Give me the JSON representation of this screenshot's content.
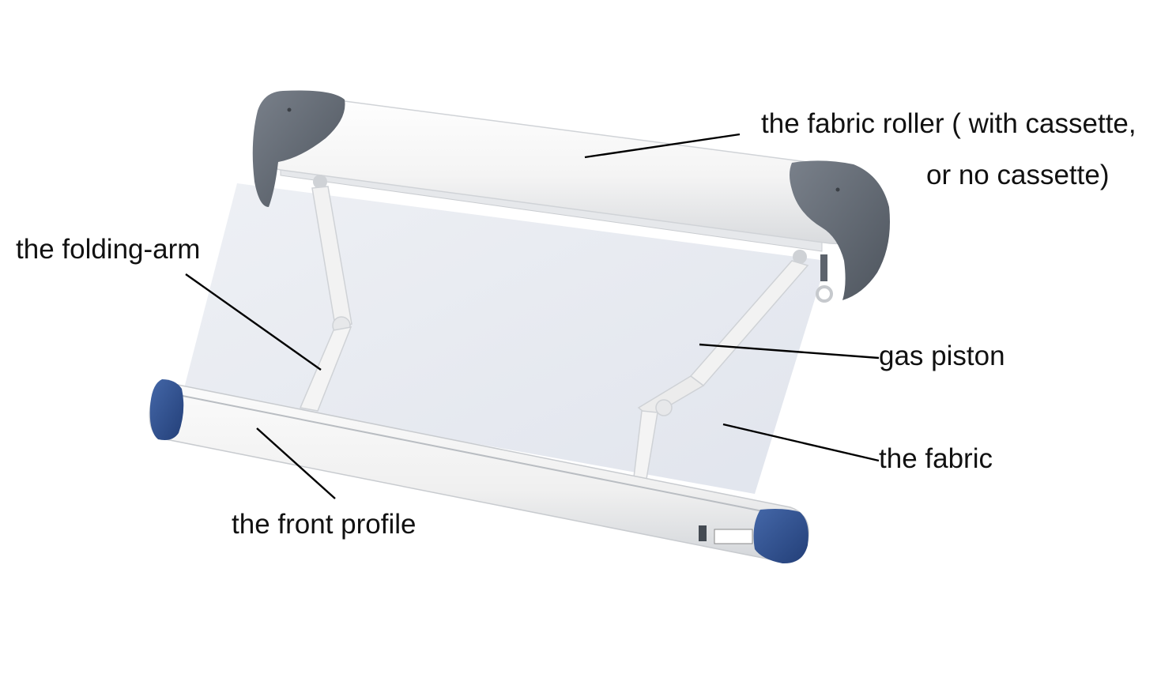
{
  "colors": {
    "background": "#ffffff",
    "fabric": "#dfe3ec",
    "roller_body": "#f3f3f3",
    "roller_end_cap": "#5f6670",
    "front_profile_cap": "#2f4f8e",
    "arm": "#eeeeee",
    "label_text": "#111111"
  },
  "labels": {
    "fabric_roller_line1": "the fabric roller ( with cassette,",
    "fabric_roller_line2": "or no cassette)",
    "folding_arm": "the folding-arm",
    "gas_piston": "gas piston",
    "fabric": "the fabric",
    "front_profile": "the front profile"
  }
}
